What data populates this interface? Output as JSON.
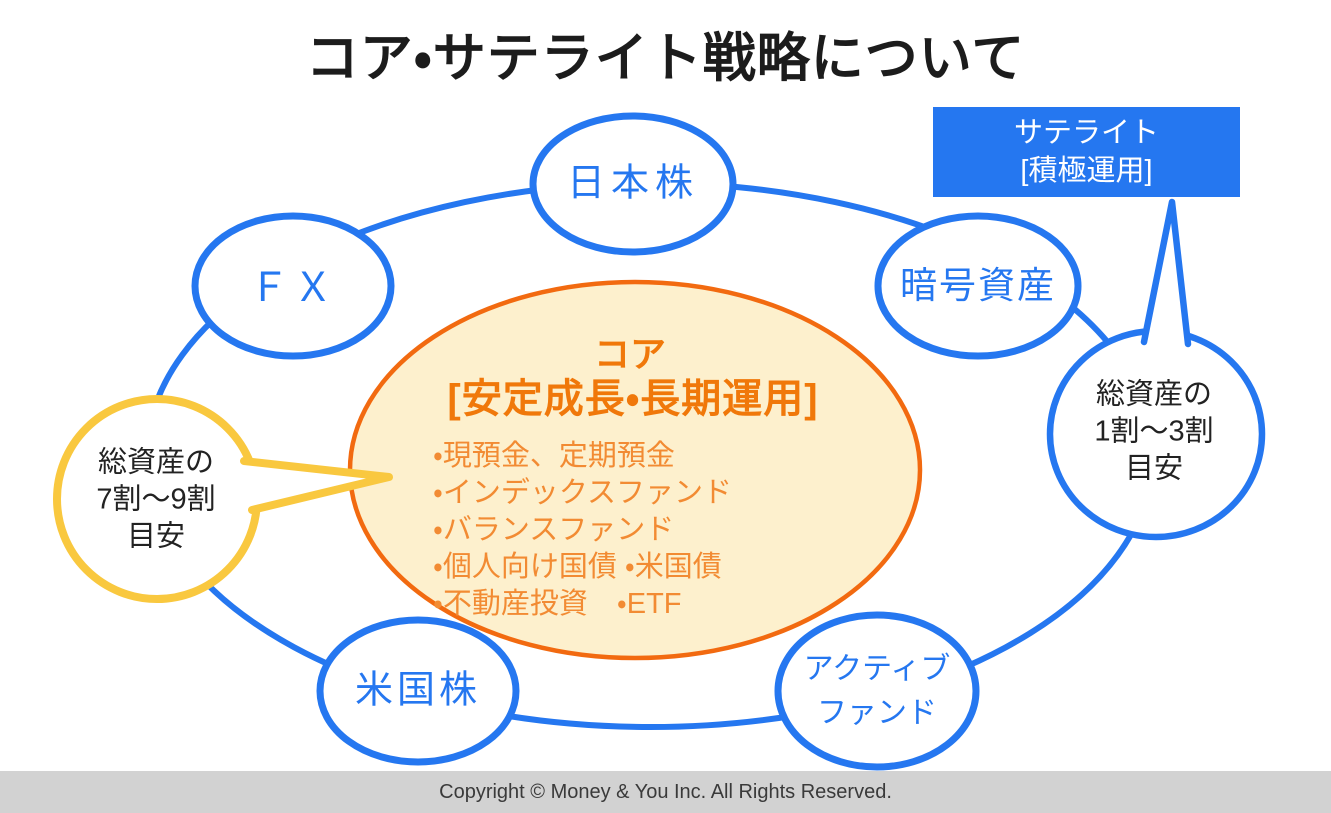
{
  "page": {
    "title": "コア・サテライト戦略について",
    "footer": "Copyright © Money & You Inc. All Rights Reserved."
  },
  "colors": {
    "accent_blue": "#2577F0",
    "accent_orange": "#F26A10",
    "core_fill": "#FDF0CD",
    "core_heading_text": "#F0780A",
    "core_list_text": "#F28B33",
    "callout_yellow": "#F9C83F",
    "footer_bg": "#D2D2D2",
    "title_text": "#1C1C1C"
  },
  "satellite_box": {
    "label": "サテライト\n[積極運用]"
  },
  "ring_items": {
    "japan_stocks": "日本株",
    "fx": "ＦＸ",
    "crypto_assets": "暗号資産",
    "us_stocks": "米国株",
    "active_fund": "アクティブ\nファンド"
  },
  "core": {
    "heading": "コア",
    "subheading": "[安定成長・長期運用]",
    "items": [
      "・現預金、定期預金",
      "・インデックスファンド",
      "・バランスファンド",
      "・個人向け国債 ・米国債",
      "・不動産投資　・ETF"
    ]
  },
  "callouts": {
    "core_share": "総資産の\n7割〜9割\n目安",
    "satellite_share": "総資産の\n1割〜3割\n目安"
  }
}
